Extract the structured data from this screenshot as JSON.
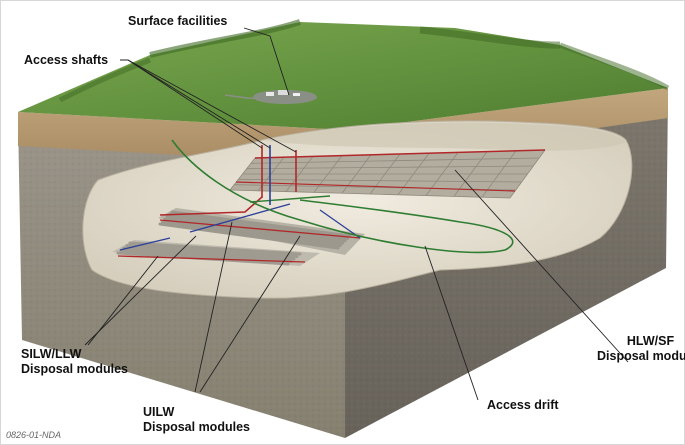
{
  "labels": {
    "surface_facilities": "Surface facilities",
    "access_shafts": "Access shafts",
    "silw_llw": [
      "SILW/LLW",
      "Disposal modules"
    ],
    "uilw": [
      "UILW",
      "Disposal modules"
    ],
    "access_drift": "Access drift",
    "hlw_sf": [
      "HLW/SF",
      "Disposal modules"
    ]
  },
  "doc_id": "0826-01-NDA",
  "colors": {
    "grass": "#5f8f3c",
    "grass_dark": "#3f6a24",
    "soil_band": "#b79a72",
    "rock": "#8c867c",
    "rock_dark": "#6e685f",
    "cavern": "#e7e1d2",
    "pipe_red": "#b0282a",
    "pipe_blue": "#2c3f9a",
    "pipe_green": "#2e7d32"
  }
}
